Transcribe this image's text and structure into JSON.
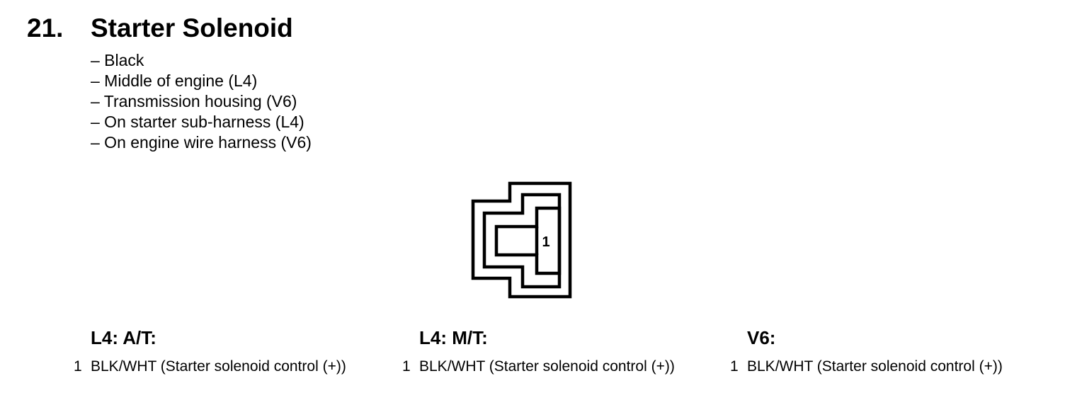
{
  "heading": {
    "number": "21.",
    "title": "Starter Solenoid"
  },
  "description": [
    "– Black",
    "– Middle of engine (L4)",
    "– Transmission housing (V6)",
    "– On starter sub-harness (L4)",
    "– On engine wire harness (V6)"
  ],
  "connector": {
    "pin_label": "1"
  },
  "variants": [
    {
      "title": "L4: A/T:",
      "pin": "1",
      "wire": "BLK/WHT (Starter solenoid control (+))"
    },
    {
      "title": "L4: M/T:",
      "pin": "1",
      "wire": "BLK/WHT (Starter solenoid control (+))"
    },
    {
      "title": "V6:",
      "pin": "1",
      "wire": "BLK/WHT (Starter solenoid control (+))"
    }
  ]
}
